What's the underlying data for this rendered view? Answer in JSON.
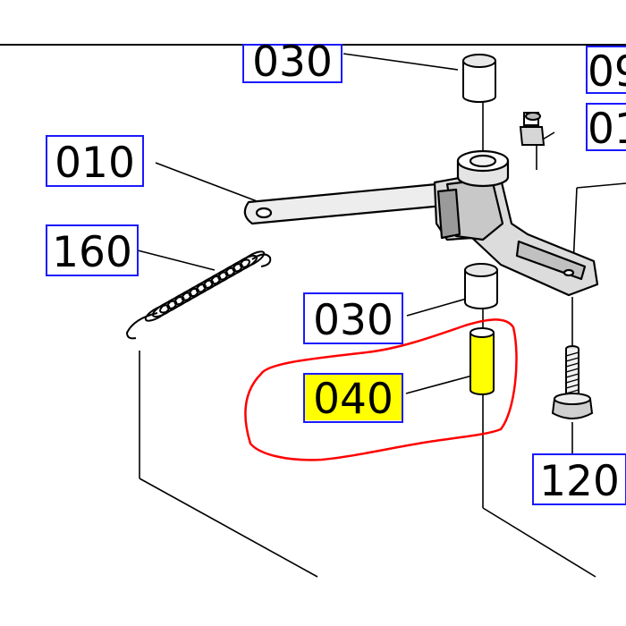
{
  "callouts": {
    "c030_top": "030",
    "c010": "010",
    "c160": "160",
    "c030_mid": "030",
    "c040": "040",
    "c120": "120",
    "c09_partial": "09",
    "c01_partial": "01"
  },
  "colors": {
    "label_box": "#1a1aff",
    "highlight": "#ffff00",
    "annotation": "#ff0000",
    "ink": "#000000"
  }
}
